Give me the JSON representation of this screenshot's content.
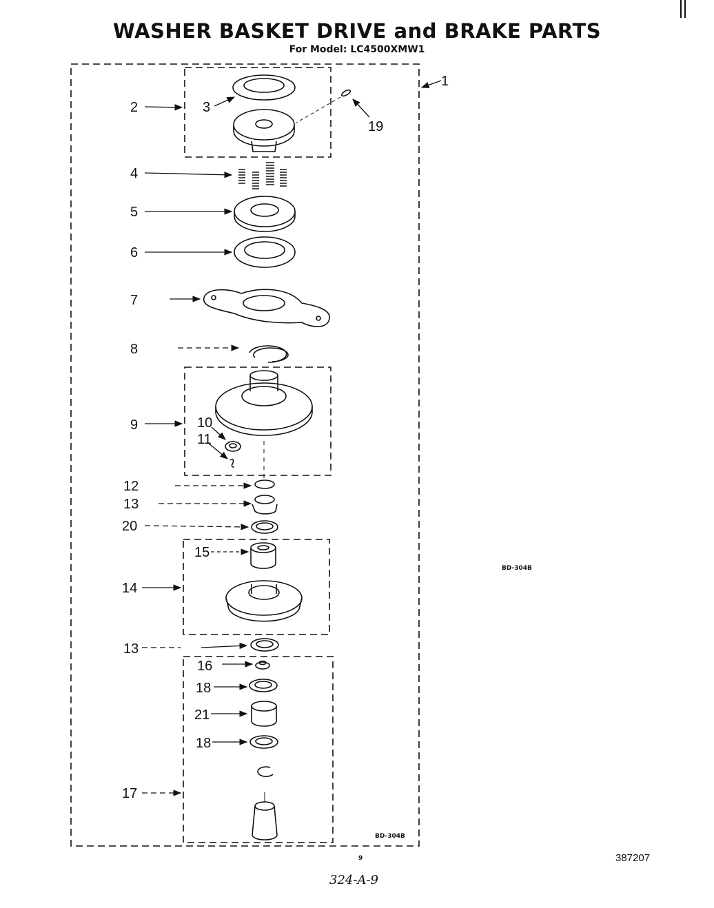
{
  "title": "WASHER BASKET DRIVE and BRAKE PARTS",
  "subtitle": "For Model: LC4500XMW1",
  "part_labels": {
    "p1": "1",
    "p2": "2",
    "p3": "3",
    "p4": "4",
    "p5": "5",
    "p6": "6",
    "p7": "7",
    "p8": "8",
    "p9": "9",
    "p10": "10",
    "p11": "11",
    "p12": "12",
    "p13a": "13",
    "p13b": "13",
    "p14": "14",
    "p15": "15",
    "p16": "16",
    "p17": "17",
    "p18a": "18",
    "p18b": "18",
    "p19": "19",
    "p20": "20",
    "p21": "21"
  },
  "codes": {
    "side": "BD-304B",
    "bottom": "BD-304B"
  },
  "footer": {
    "page": "9",
    "number": "387207",
    "handwritten": "324-A-9"
  }
}
